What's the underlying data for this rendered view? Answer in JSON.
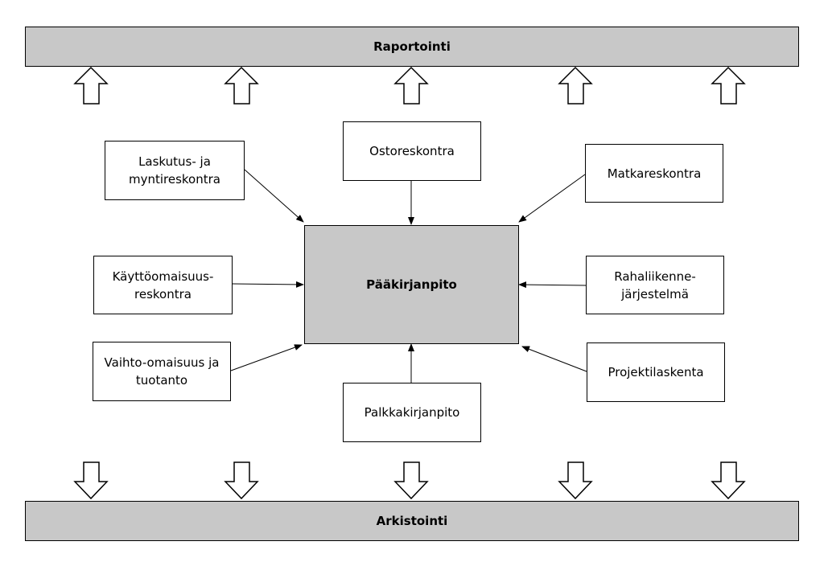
{
  "colors": {
    "bar_fill": "#c8c8c8",
    "center_fill": "#c8c8c8",
    "box_fill": "#ffffff",
    "stroke": "#000000"
  },
  "top_bar": {
    "label": "Raportointi"
  },
  "bottom_bar": {
    "label": "Arkistointi"
  },
  "center": {
    "label": "Pääkirjanpito"
  },
  "modules": {
    "laskutus": {
      "line1": "Laskutus- ja",
      "line2": "myntireskontra"
    },
    "ostoreskontra": {
      "line1": "Ostoreskontra"
    },
    "matkareskontra": {
      "line1": "Matkareskontra"
    },
    "kayttoomaisuus": {
      "line1": "Käyttöomaisuus-",
      "line2": "reskontra"
    },
    "rahaliikenne": {
      "line1": "Rahaliikenne-",
      "line2": "järjestelmä"
    },
    "vaihto": {
      "line1": "Vaihto-omaisuus ja",
      "line2": "tuotanto"
    },
    "palkka": {
      "line1": "Palkkakirjanpito"
    },
    "projekti": {
      "line1": "Projektilaskenta"
    }
  },
  "up_arrows_icon": "hollow-up-arrow-icon",
  "down_arrows_icon": "hollow-down-arrow-icon"
}
